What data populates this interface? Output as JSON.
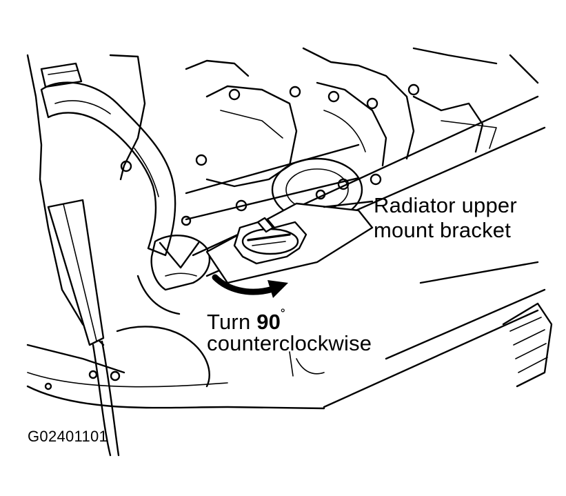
{
  "callouts": {
    "bracket_line1": "Radiator upper",
    "bracket_line2": "mount bracket",
    "turn_prefix": "Turn ",
    "turn_angle": "90",
    "turn_degree": "˚",
    "turn_direction": "counterclockwise"
  },
  "figure_code": "G02401101"
}
